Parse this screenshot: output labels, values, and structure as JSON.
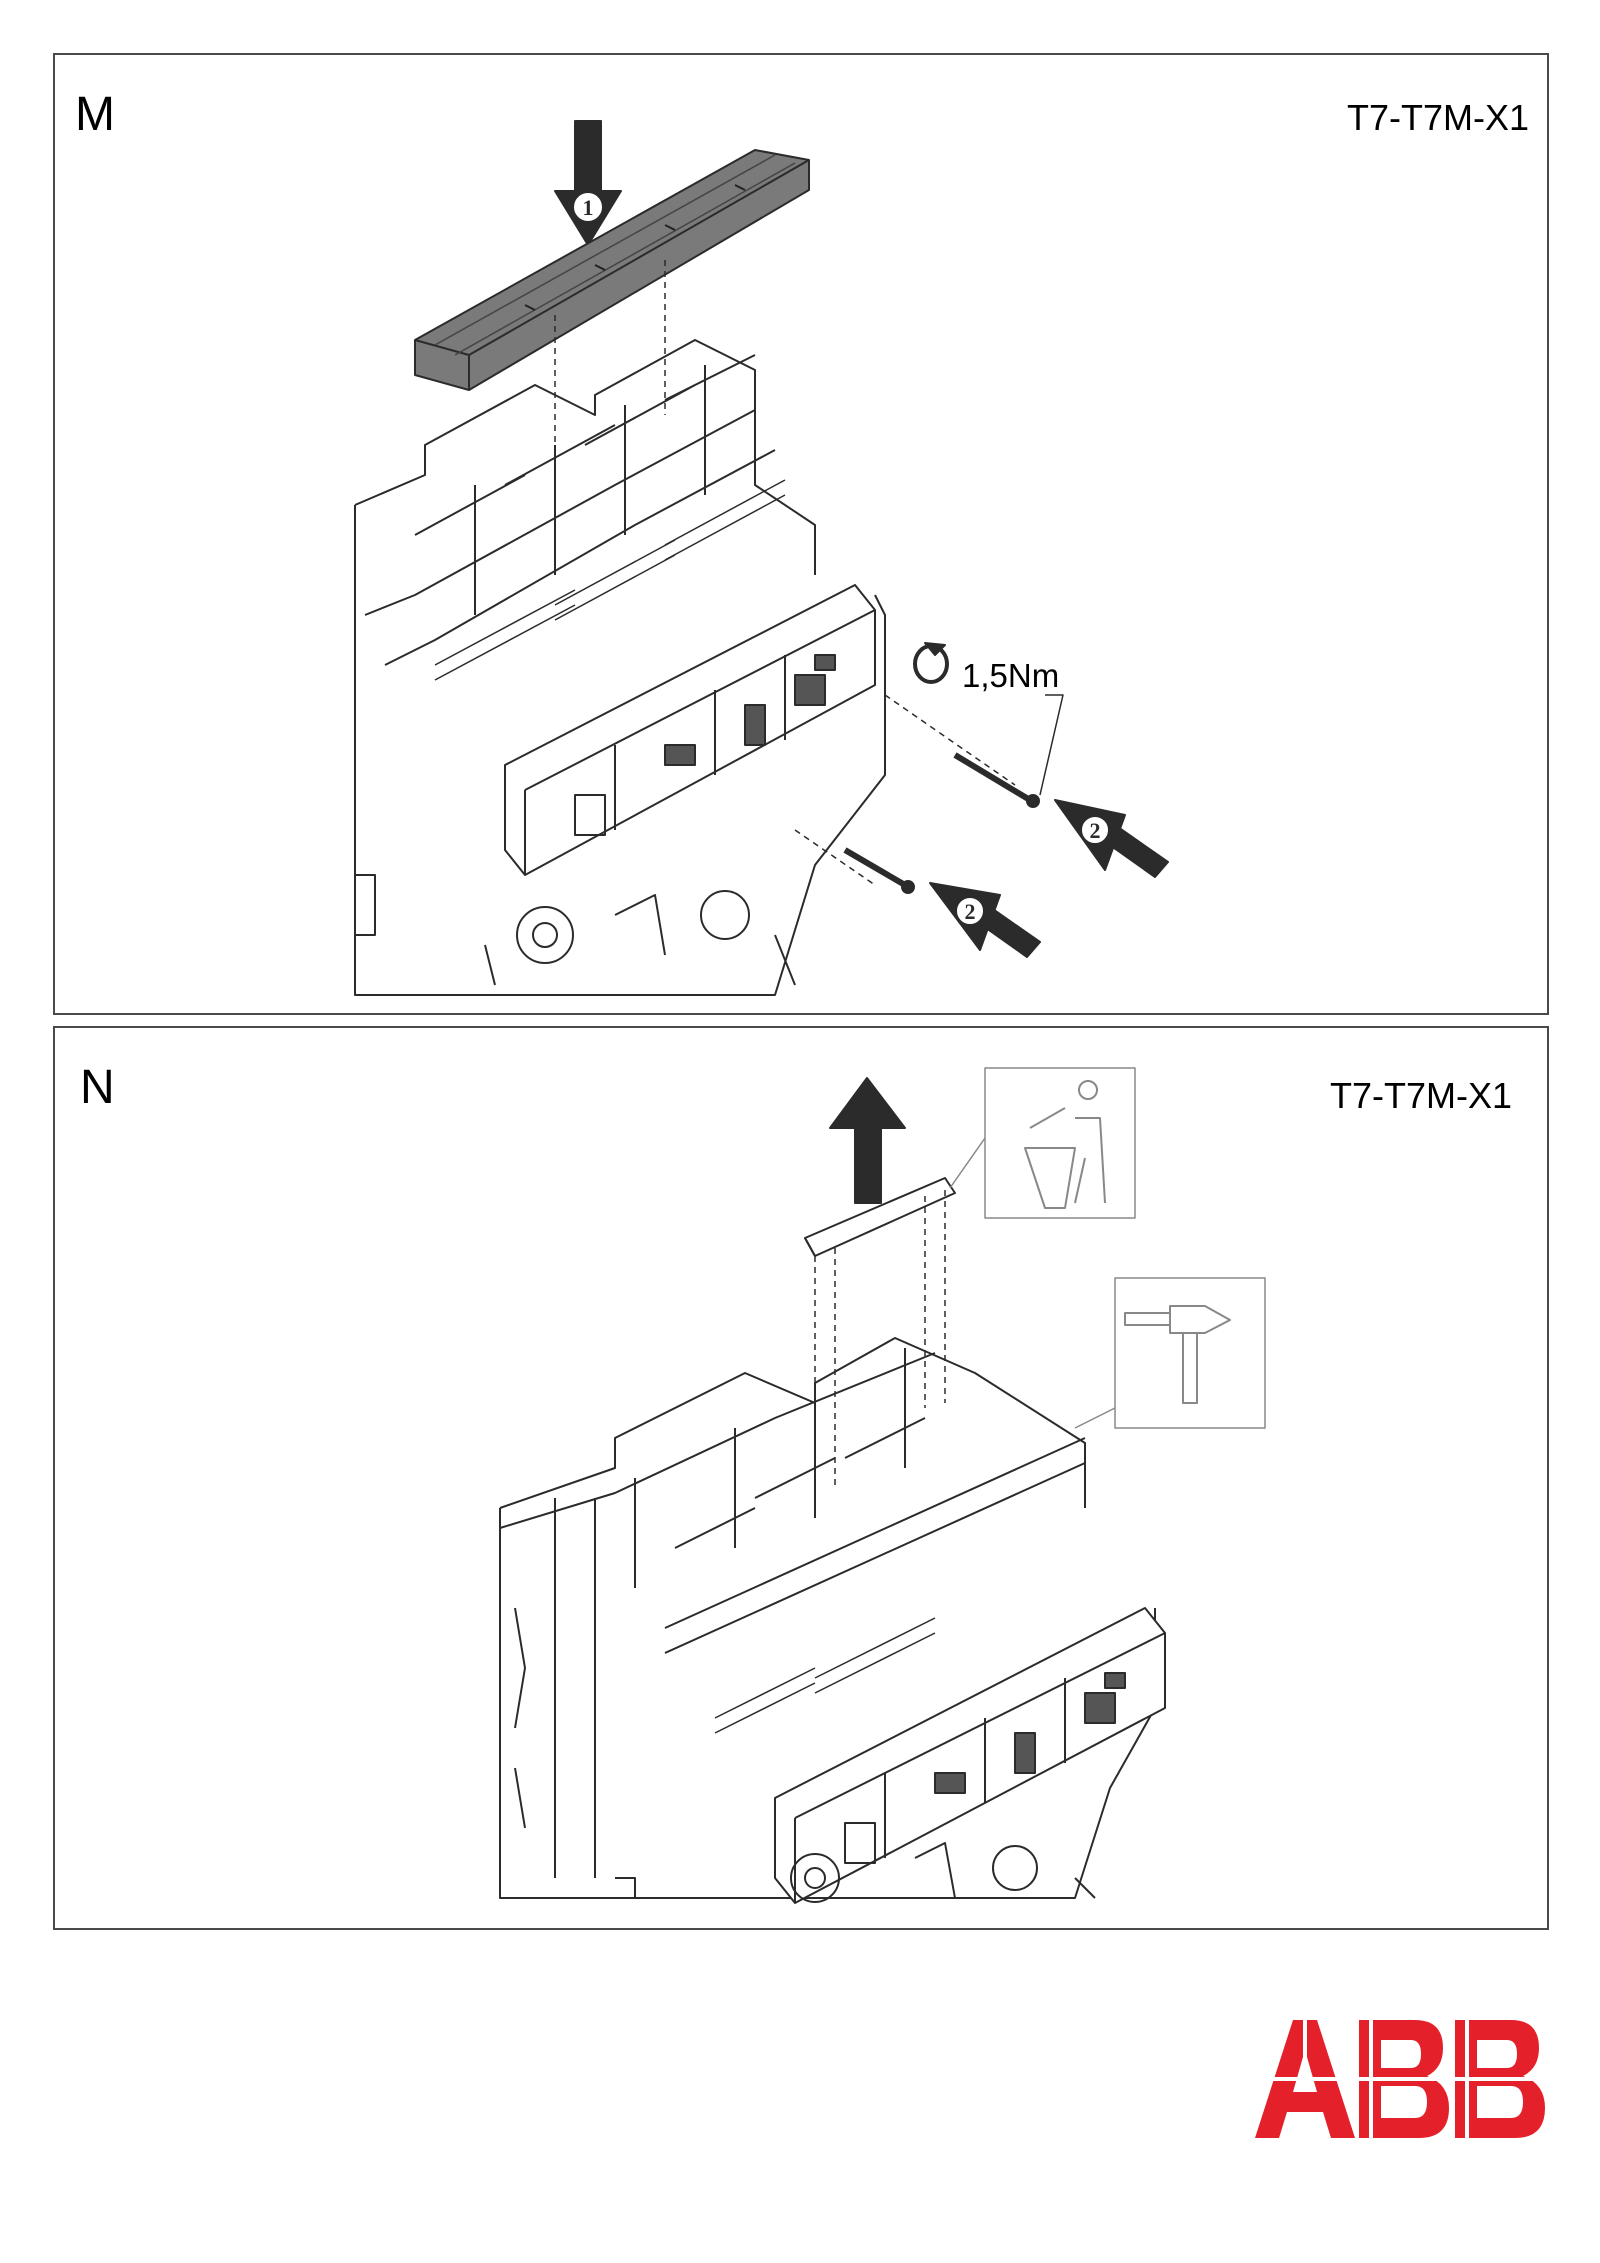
{
  "steps": [
    {
      "letter": "M",
      "model": "T7-T7M-X1",
      "torque_label": "1,5Nm",
      "callouts": [
        "1",
        "2",
        "2"
      ]
    },
    {
      "letter": "N",
      "model": "T7-T7M-X1"
    }
  ],
  "brand": {
    "name": "ABB",
    "color": "#e4202a"
  },
  "colors": {
    "line": "#2b2b2b",
    "fill_dark": "#3a3a3a",
    "fill_mid": "#7a7a7a"
  }
}
